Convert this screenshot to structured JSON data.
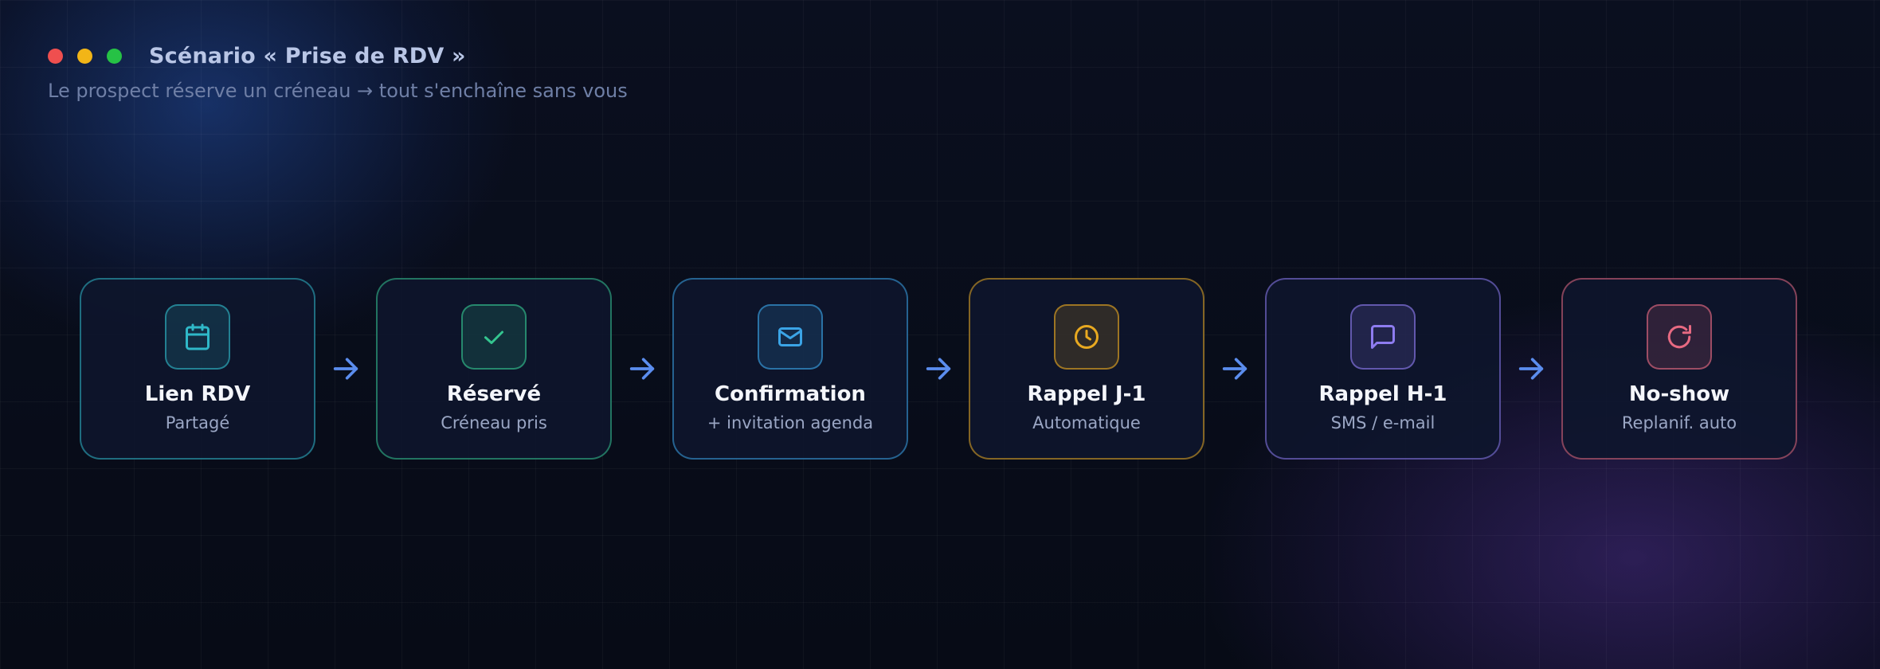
{
  "header": {
    "title": "Scénario « Prise de RDV »",
    "subtitle": "Le prospect réserve un créneau → tout s'enchaîne sans vous"
  },
  "window_dots": [
    "#ef4f4f",
    "#f2b517",
    "#26c245"
  ],
  "arrow_color": "#5b8dee",
  "steps": [
    {
      "title": "Lien RDV",
      "subtitle": "Partagé",
      "icon": "calendar-icon",
      "accent": "#2fb8c8"
    },
    {
      "title": "Réservé",
      "subtitle": "Créneau pris",
      "icon": "check-icon",
      "accent": "#34c58f"
    },
    {
      "title": "Confirmation",
      "subtitle": "+ invitation agenda",
      "icon": "mail-icon",
      "accent": "#3ba4e6"
    },
    {
      "title": "Rappel J-1",
      "subtitle": "Automatique",
      "icon": "clock-icon",
      "accent": "#e8a920"
    },
    {
      "title": "Rappel H-1",
      "subtitle": "SMS / e-mail",
      "icon": "message-icon",
      "accent": "#8e7cf0"
    },
    {
      "title": "No-show",
      "subtitle": "Replanif. auto",
      "icon": "refresh-icon",
      "accent": "#e86a82"
    }
  ]
}
